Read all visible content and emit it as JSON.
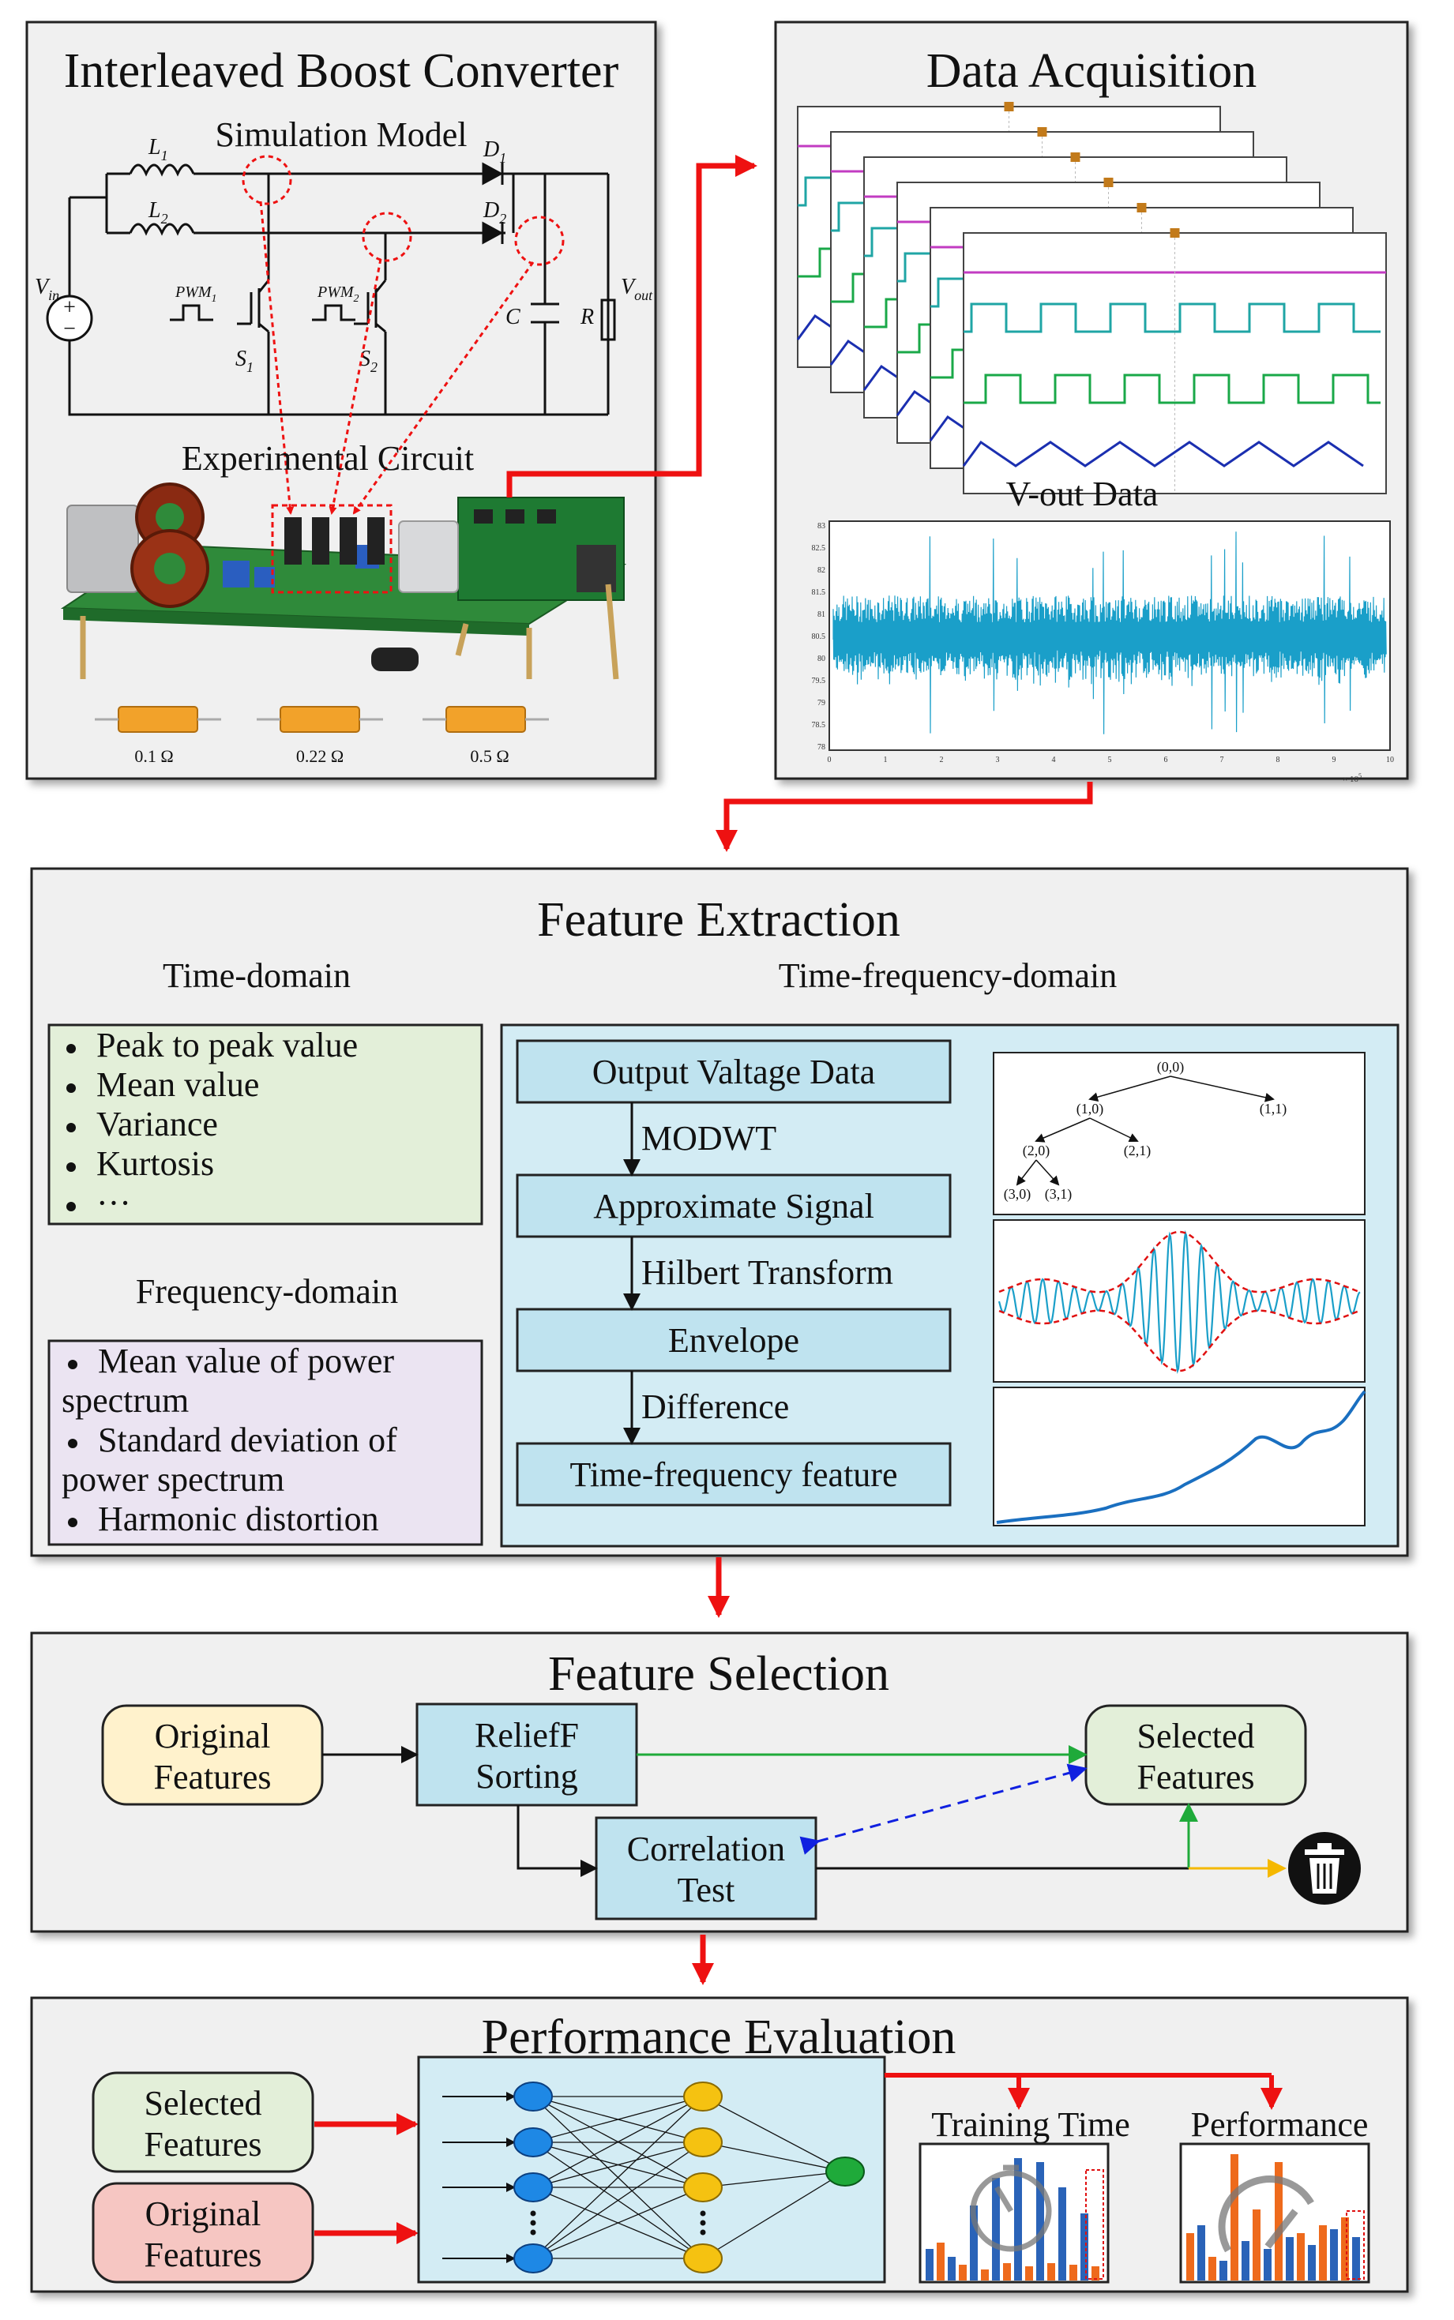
{
  "panel1": {
    "title": "Interleaved Boost Converter",
    "sim_label": "Simulation Model",
    "exp_label": "Experimental Circuit",
    "components": {
      "L1": "L",
      "L1_sub": "1",
      "L2": "L",
      "L2_sub": "2",
      "D1": "D",
      "D1_sub": "1",
      "D2": "D",
      "D2_sub": "2",
      "Vin": "V",
      "Vin_sub": "in",
      "Vout": "V",
      "Vout_sub": "out",
      "PWM1": "PWM",
      "PWM1_sub": "1",
      "PWM2": "PWM",
      "PWM2_sub": "2",
      "S1": "S",
      "S1_sub": "1",
      "S2": "S",
      "S2_sub": "2",
      "C": "C",
      "R": "R"
    },
    "resistors": [
      "0.1 Ω",
      "0.22 Ω",
      "0.5 Ω"
    ]
  },
  "panel2": {
    "title": "Data Acquisition",
    "vout_label": "V-out Data",
    "y_ticks": [
      "83",
      "82.5",
      "82",
      "81.5",
      "81",
      "80.5",
      "80",
      "79.5",
      "79",
      "78.5",
      "78"
    ],
    "x_ticks": [
      "0",
      "1",
      "2",
      "3",
      "4",
      "5",
      "6",
      "7",
      "8",
      "9",
      "10"
    ],
    "x_scale": "× 10",
    "x_scale_exp": "5"
  },
  "panel3": {
    "title": "Feature Extraction",
    "time_domain_label": "Time-domain",
    "tf_domain_label": "Time-frequency-domain",
    "freq_domain_label": "Frequency-domain",
    "time_features": [
      "Peak to peak value",
      "Mean value",
      "Variance",
      "Kurtosis",
      "···"
    ],
    "freq_features": [
      [
        "Mean value of power",
        "spectrum"
      ],
      [
        "Standard deviation of",
        "power spectrum"
      ],
      [
        "Harmonic distortion"
      ]
    ],
    "flow_boxes": [
      "Output Valtage Data",
      "Approximate Signal",
      "Envelope",
      "Time-frequency feature"
    ],
    "flow_steps": [
      "MODWT",
      "Hilbert Transform",
      "Difference"
    ],
    "tree_nodes": [
      "(0,0)",
      "(1,0)",
      "(1,1)",
      "(2,0)",
      "(2,1)",
      "(3,0)",
      "(3,1)"
    ]
  },
  "panel4": {
    "title": "Feature Selection",
    "original": [
      "Original",
      "Features"
    ],
    "relieff": [
      "ReliefF",
      "Sorting"
    ],
    "correlation": [
      "Correlation",
      "Test"
    ],
    "selected": [
      "Selected",
      "Features"
    ]
  },
  "panel5": {
    "title": "Performance Evaluation",
    "selected": [
      "Selected",
      "Features"
    ],
    "original": [
      "Original",
      "Features"
    ],
    "training_time": "Training Time",
    "performance": "Performance"
  },
  "colors": {
    "panel_bg": "#f0f0f0",
    "green_box": "#e3efd9",
    "purple_box": "#ebe4f2",
    "blue_box": "#bfe3ef",
    "blue_flow_bg": "#d3ecf4",
    "yellow_box": "#fff2cc",
    "red_box": "#f6c6c2",
    "red_arrow": "#ee1111",
    "signal_blue": "#1a9fc9",
    "node_blue": "#1e88e5",
    "node_yellow": "#f5c211",
    "node_green": "#1faa3a",
    "bar_orange": "#ee6a1c",
    "bar_blue": "#2a63b8"
  }
}
